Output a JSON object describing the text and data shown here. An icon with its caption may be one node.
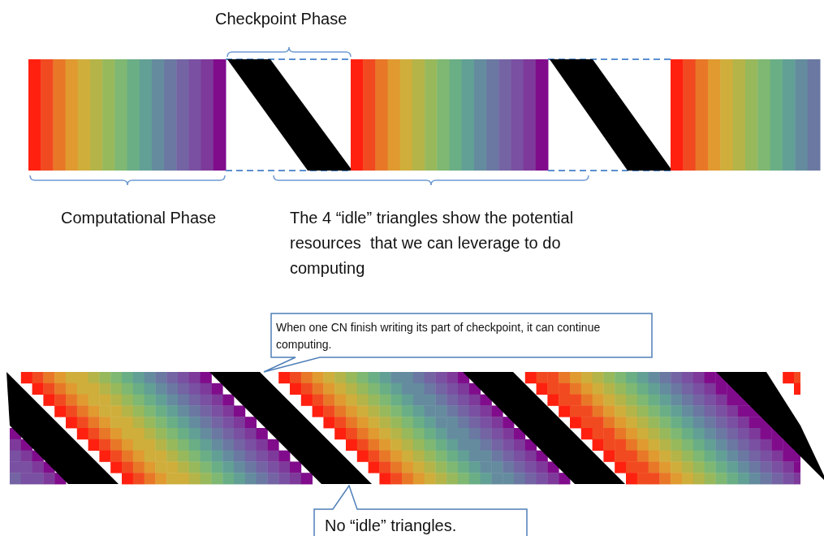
{
  "diagram": {
    "nodes": [
      {
        "text": [
          "When one CN finish writing its part of checkpoint, it can continue computing."
        ]
      },
      {
        "text": [
          "No “idle” triangles."
        ]
      }
    ],
    "labels": [
      "Checkpoint Phase",
      "Computational Phase",
      "The 4 “idle” triangles show the potential resources  that we can leverage to do computing"
    ]
  }
}
